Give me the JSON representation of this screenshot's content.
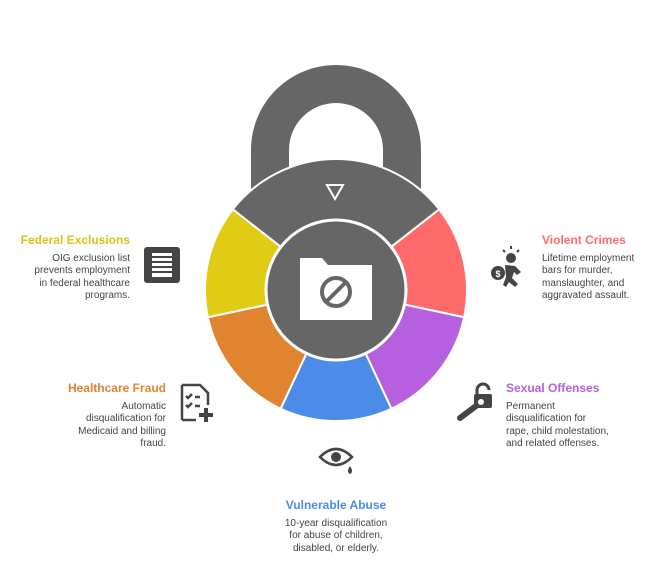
{
  "center_icon": "folder-ban-icon",
  "top_marker": "triangle-down-icon",
  "colors": {
    "gray": "#666666",
    "red": "#FF6B6B",
    "purple": "#B660E0",
    "blue": "#4C8BE8",
    "orange": "#E08430",
    "yellow": "#E0CB15"
  },
  "items": [
    {
      "title": "Federal Exclusions",
      "desc": [
        "OIG exclusion list",
        "prevents employment",
        "in federal healthcare",
        "programs."
      ],
      "icon": "list-document-icon",
      "color": "#D9C21A"
    },
    {
      "title": "Violent Crimes",
      "desc": [
        "Lifetime employment",
        "bars for murder,",
        "manslaughter, and",
        "aggravated assault."
      ],
      "icon": "robbery-icon",
      "color": "#FF6B6B"
    },
    {
      "title": "Healthcare Fraud",
      "desc": [
        "Automatic",
        "disqualification for",
        "Medicaid and billing",
        "fraud."
      ],
      "icon": "medical-checklist-icon",
      "color": "#E08430"
    },
    {
      "title": "Sexual Offenses",
      "desc": [
        "Permanent",
        "disqualification for",
        "rape, child molestation,",
        "and related offenses."
      ],
      "icon": "unlock-key-icon",
      "color": "#B660E0"
    },
    {
      "title": "Vulnerable Abuse",
      "desc": [
        "10-year disqualification",
        "for abuse of children,",
        "disabled, or elderly."
      ],
      "icon": "crying-eye-icon",
      "color": "#4C8BE8"
    }
  ]
}
